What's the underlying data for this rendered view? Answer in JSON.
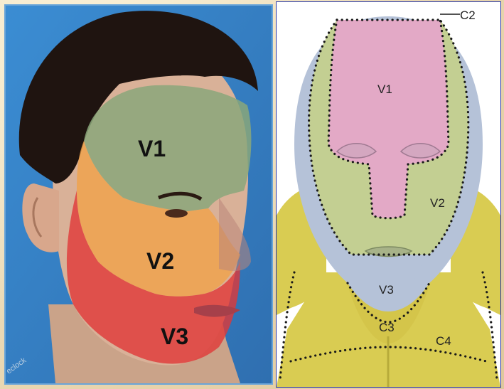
{
  "left_photo": {
    "labels": {
      "v1": "V1",
      "v2": "V2",
      "v3": "V3"
    },
    "watermark": "eclock",
    "colors": {
      "v1": "#8aa77a",
      "v2": "#f0a24a",
      "v3": "#e03838",
      "background": "#3a8fd0"
    }
  },
  "right_illustration": {
    "labels": {
      "v1": "V1",
      "v2": "V2",
      "v3": "V3",
      "c2": "C2",
      "c3": "C3",
      "c4": "C4"
    },
    "colors": {
      "v1": "#e3a9c6",
      "v2": "#c3cf92",
      "v3": "#b5c2d8",
      "neck": "#d9cc52"
    }
  }
}
